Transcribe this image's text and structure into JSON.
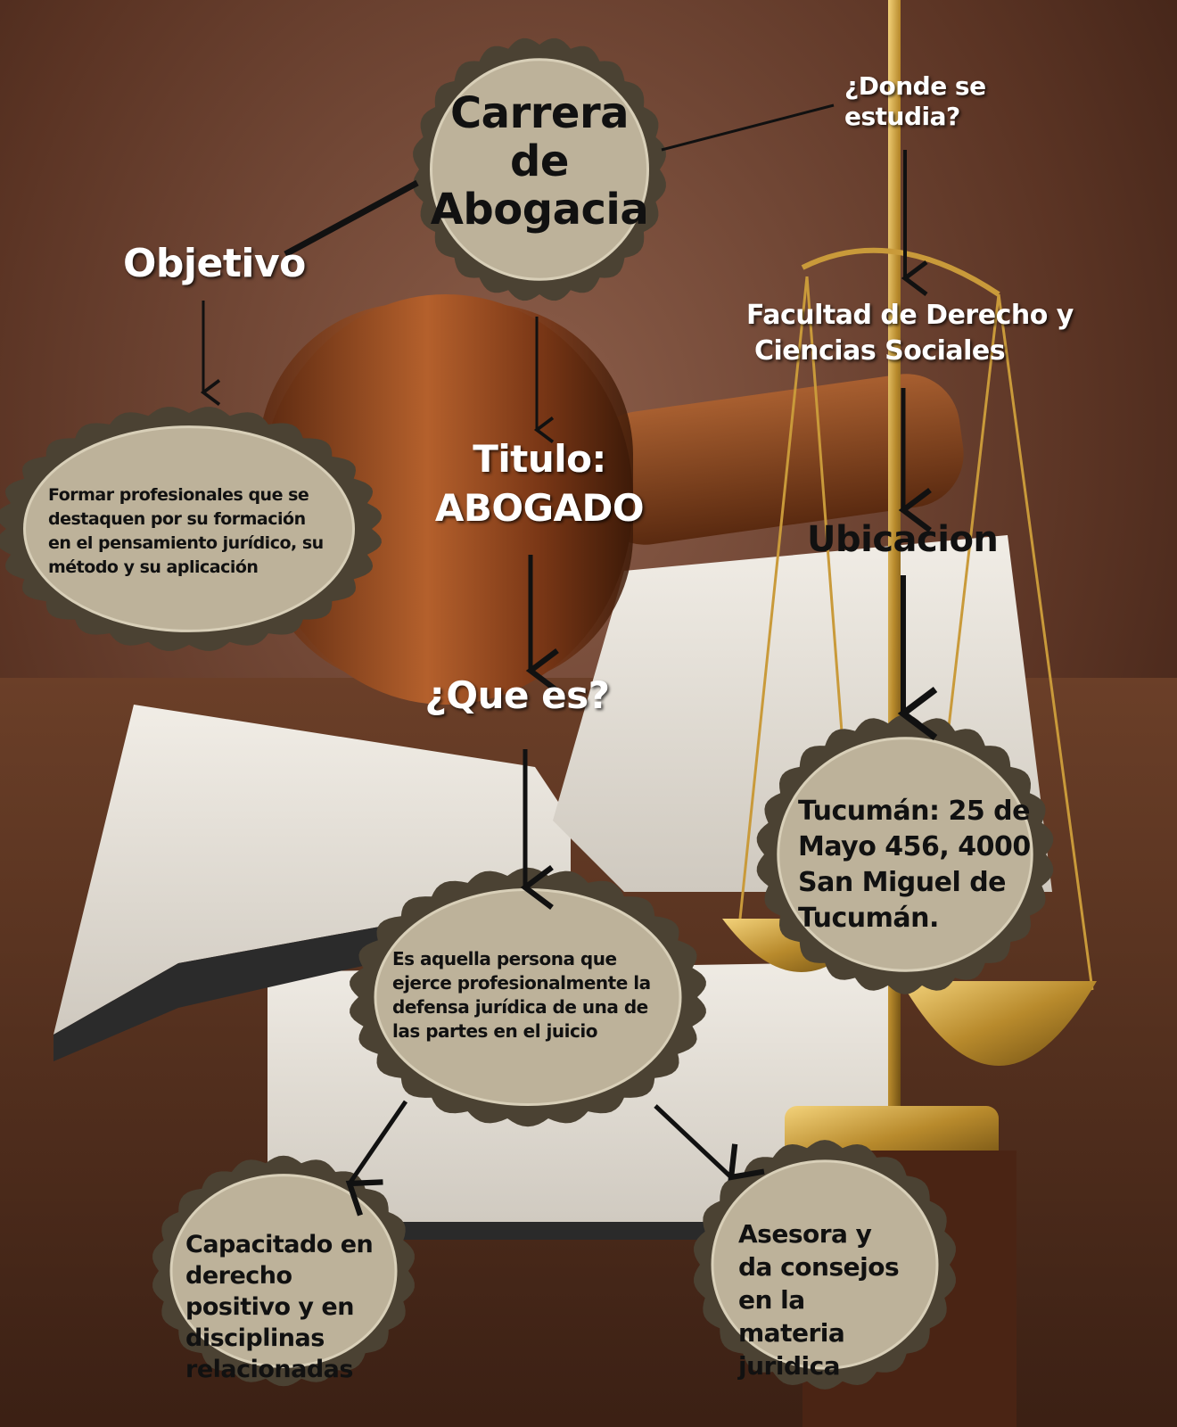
{
  "title": "Carrera de Abogacia",
  "nodes": {
    "objetivo": "Objetivo",
    "objetivo_text": "Formar profesionales que se destaquen por su formación en el pensamiento jurídico, su método y su aplicación",
    "titulo_label": "Titulo:",
    "titulo_value": "ABOGADO",
    "que_es": "¿Que es?",
    "que_es_text": "Es aquella persona que ejerce profesionalmente la defensa jurídica de una de las partes en el juicio",
    "donde_line1": "¿Donde se",
    "donde_line2": "estudia?",
    "facultad_line1": "Facultad de Derecho y",
    "facultad_line2": "Ciencias Sociales",
    "ubicacion": "Ubicacion",
    "ubicacion_text": "Tucumán: 25 de Mayo 456, 4000 San Miguel de Tucumán.",
    "capacitado_text": "Capacitado en derecho positivo y en disciplinas relacionadas",
    "asesora_text": "Asesora y da consejos en la materia juridica"
  },
  "colors": {
    "badge_fill": "#bdb29a",
    "badge_ring": "#4b4233",
    "badge_inner_line": "#d8cfb8",
    "arrow": "#111111"
  }
}
